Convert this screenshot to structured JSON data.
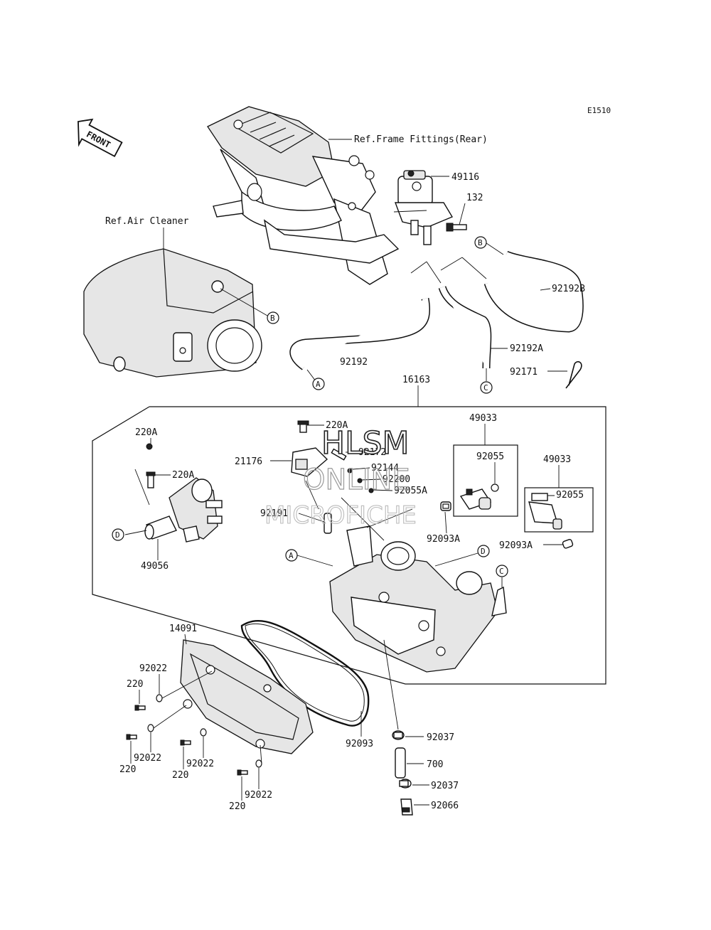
{
  "diagram_code": "E1510",
  "front_arrow": "FRONT",
  "references": {
    "frame_fittings": "Ref.Frame Fittings(Rear)",
    "air_cleaner": "Ref.Air Cleaner"
  },
  "watermark": {
    "line1": "HLSM",
    "line2": "ONLINE",
    "line3": "MICROFICHE"
  },
  "connectors": {
    "A": "A",
    "B": "B",
    "C": "C",
    "D": "D"
  },
  "part_numbers": {
    "p49116": "49116",
    "p132": "132",
    "p92192B": "92192B",
    "p92192": "92192",
    "p92192A": "92192A",
    "p92171": "92171",
    "p16163": "16163",
    "p220A_top": "220A",
    "p92172": "92172",
    "p21176": "21176",
    "p92144": "92144",
    "p92200": "92200",
    "p92055A": "92055A",
    "p92191": "92191",
    "p49033_a": "49033",
    "p92055_a": "92055",
    "p49033_b": "49033",
    "p92055_b": "92055",
    "p92093A_a": "92093A",
    "p92093A_b": "92093A",
    "p220A_left": "220A",
    "p220A_left2": "220A",
    "p49056": "49056",
    "p14091": "14091",
    "p92022_1": "92022",
    "p220_1": "220",
    "p92022_2": "92022",
    "p220_2": "220",
    "p92022_3": "92022",
    "p220_3": "220",
    "p92022_4": "92022",
    "p220_4": "220",
    "p92093": "92093",
    "p92037_a": "92037",
    "p700": "700",
    "p92037_b": "92037",
    "p92066": "92066"
  }
}
